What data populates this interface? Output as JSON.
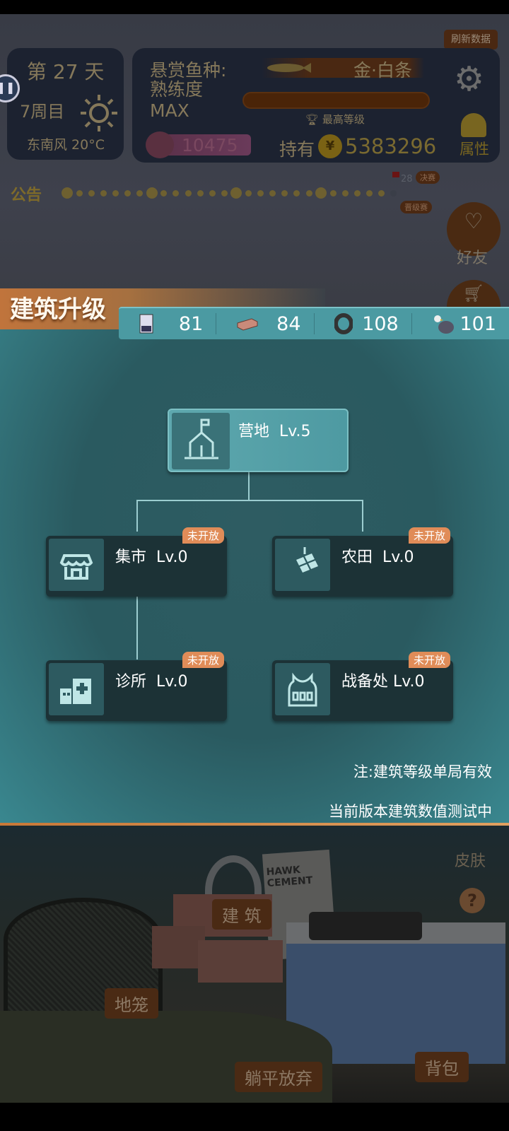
{
  "status": {
    "refresh_label": "刷新数据",
    "day": "第 27 天",
    "round": "7周目",
    "weather": "东南风 20°C",
    "pause_icon": "pause-icon",
    "weather_icon": "sun-icon"
  },
  "bounty": {
    "label": "悬赏鱼种:",
    "fish": "金·白条",
    "proficiency_label": "熟练度",
    "proficiency_value": "MAX",
    "proficiency_progress": 1.0,
    "max_level": "最高等级",
    "gems": "10475",
    "hold_label": "持有",
    "coins": "5383296",
    "settings_icon": "gear-wrench-icon",
    "attr_label": "属性"
  },
  "timeline": {
    "notice": "公告",
    "day_marker": "28",
    "final_tag": "决赛",
    "promo_tag": "晋级赛"
  },
  "side": {
    "friends": "好友",
    "skin": "皮肤",
    "help": "?"
  },
  "panel": {
    "title": "建筑升级",
    "resources": [
      {
        "icon": "cement-bag-icon",
        "value": "81"
      },
      {
        "icon": "brick-icon",
        "value": "84"
      },
      {
        "icon": "wire-coil-icon",
        "value": "108"
      },
      {
        "icon": "bird-cat-icon",
        "value": "101"
      }
    ],
    "buildings": [
      {
        "name": "营地  Lv.5",
        "icon": "camp-icon"
      },
      {
        "name": "集市  Lv.0",
        "icon": "market-icon",
        "badge": "未开放"
      },
      {
        "name": "农田  Lv.0",
        "icon": "farm-icon",
        "badge": "未开放"
      },
      {
        "name": "诊所  Lv.0",
        "icon": "clinic-icon",
        "badge": "未开放"
      },
      {
        "name": "战备处 Lv.0",
        "icon": "vest-icon",
        "badge": "未开放"
      }
    ],
    "note1": "注:建筑等级单局有效",
    "note2": "当前版本建筑数值测试中"
  },
  "scene": {
    "build": "建 筑",
    "cage": "地笼",
    "giveup": "躺平放弃",
    "bag": "背包",
    "cement_text": "HAWK CEMENT"
  }
}
